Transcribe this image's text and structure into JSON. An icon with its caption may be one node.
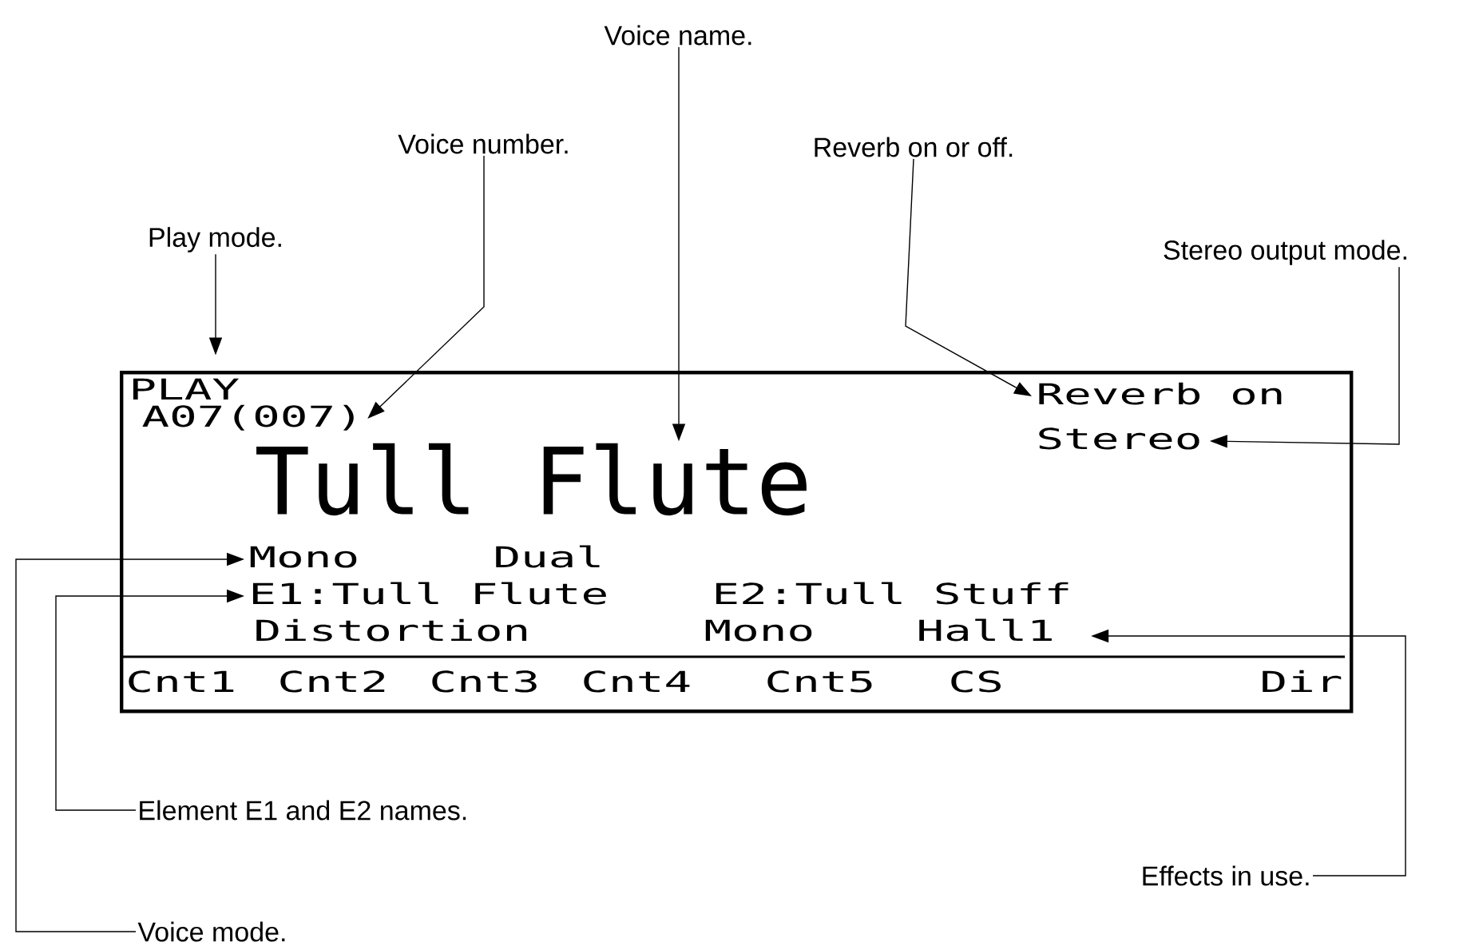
{
  "diagram": {
    "nodes": [
      {
        "text": [],
        "shape": "box"
      },
      {
        "text": [
          "PLAY"
        ],
        "in": 0
      },
      {
        "text": [
          "A07(007)"
        ],
        "in": 0
      },
      {
        "text": [
          "Tull Flute"
        ],
        "in": 0
      },
      {
        "text": [
          "Reverb on"
        ],
        "in": 0
      },
      {
        "text": [
          "Stereo"
        ],
        "in": 0
      },
      {
        "text": [
          "Mono"
        ],
        "in": 0
      },
      {
        "text": [
          "E1:Tull Flute"
        ],
        "in": 0
      },
      {
        "text": [
          "Hall1"
        ],
        "in": 0
      },
      {
        "text": [
          "Play mode."
        ]
      },
      {
        "text": [
          "Voice number."
        ]
      },
      {
        "text": [
          "Voice name."
        ]
      },
      {
        "text": [
          "Reverb on or off."
        ]
      },
      {
        "text": [
          "Stereo output mode."
        ]
      },
      {
        "text": [
          "Element E1 and E2 names."
        ]
      },
      {
        "text": [
          "Effects in use."
        ]
      },
      {
        "text": [
          "Voice mode."
        ]
      }
    ],
    "edges": [
      {
        "from": 9,
        "to": 1,
        "arrow": "to"
      },
      {
        "from": 10,
        "to": 2,
        "arrow": "to"
      },
      {
        "from": 11,
        "to": 3,
        "arrow": "to"
      },
      {
        "from": 12,
        "to": 4,
        "arrow": "to"
      },
      {
        "from": 13,
        "to": 5,
        "arrow": "to"
      },
      {
        "from": 16,
        "to": 6,
        "arrow": "to"
      },
      {
        "from": 14,
        "to": 7,
        "arrow": "to"
      },
      {
        "from": 15,
        "to": 8,
        "arrow": "to"
      }
    ],
    "labels": [
      "Dual",
      "E2:Tull Stuff",
      "Distortion",
      "Mono",
      "Cnt1",
      "Cnt2",
      "Cnt3",
      "Cnt4",
      "Cnt5",
      "CS",
      "Dir"
    ]
  }
}
